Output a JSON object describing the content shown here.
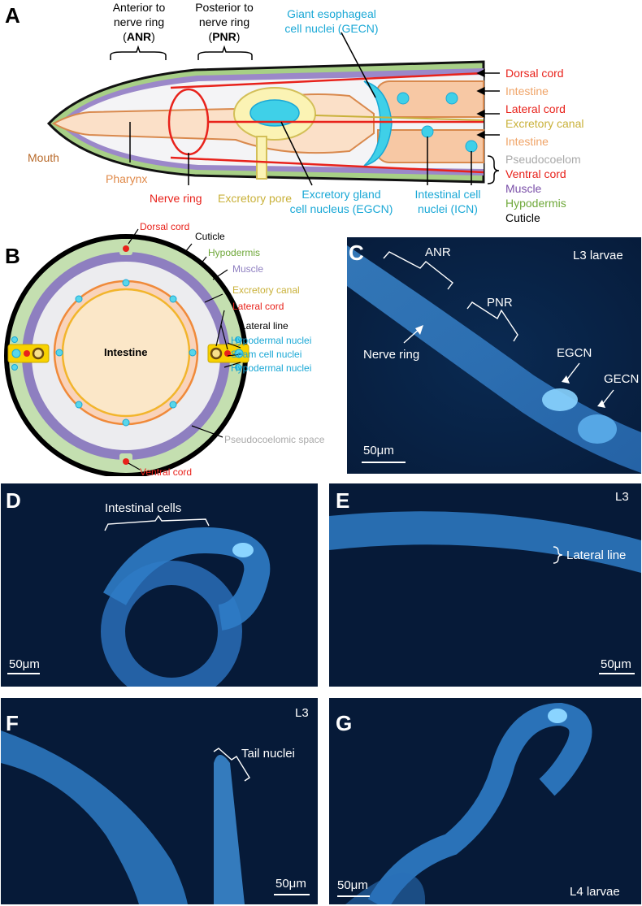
{
  "panels": {
    "A": {
      "letter": "A",
      "anr_line1": "Anterior to",
      "anr_line2": "nerve ring",
      "anr_open": "(",
      "anr_abbr": "ANR",
      "anr_close": ")",
      "pnr_line1": "Posterior to",
      "pnr_line2": "nerve ring",
      "pnr_open": "(",
      "pnr_abbr": "PNR",
      "pnr_close": ")",
      "gecn_line1": "Giant esophageal",
      "gecn_line2": "cell nuclei (GECN)",
      "mouth": "Mouth",
      "pharynx": "Pharynx",
      "nerve_ring": "Nerve ring",
      "excretory_pore": "Excretory pore",
      "egcn_line1": "Excretory gland",
      "egcn_line2": "cell nucleus (EGCN)",
      "icn_line1": "Intestinal cell",
      "icn_line2": "nuclei (ICN)",
      "right_labels": [
        "Dorsal cord",
        "Intestine",
        "Lateral cord",
        "Excretory canal",
        "Intestine",
        "Pseudocoelom",
        "Ventral cord",
        "Muscle",
        "Hypodermis",
        "Cuticle"
      ],
      "colors": {
        "dorsal": "#e8221b",
        "intestine": "#f0a468",
        "lateral": "#e8221b",
        "excretory": "#c9b13a",
        "pseudocoelom": "#a9a9a9",
        "ventral": "#e8221b",
        "muscle": "#7a4fa8",
        "hypodermis": "#6fa83a",
        "cuticle": "#000000",
        "cyan": "#1aa8d6",
        "mouth": "#b86a2a",
        "pharynx": "#e08a4a"
      }
    },
    "B": {
      "letter": "B",
      "dorsal_cord": "Dorsal cord",
      "cuticle": "Cuticle",
      "hypodermis": "Hypodermis",
      "muscle": "Muscle",
      "excretory_canal": "Excretory canal",
      "lateral_cord": "Lateral cord",
      "lateral_line": "Lateral line",
      "hypodermal_nuclei_1": "Hypodermal nuclei",
      "seam_cell_nuclei": "Seam cell nuclei",
      "hypodermal_nuclei_2": "Hypodermal nuclei",
      "intestine": "Intestine",
      "pseudocoelomic_space": "Pseudocoelomic space",
      "ventral_cord": "Ventral cord"
    },
    "C": {
      "letter": "C",
      "stage": "L3 larvae",
      "anr": "ANR",
      "pnr": "PNR",
      "nerve_ring": "Nerve ring",
      "egcn": "EGCN",
      "gecn": "GECN",
      "scale": "50μm"
    },
    "D": {
      "letter": "D",
      "intestinal_cells": "Intestinal cells",
      "scale": "50μm"
    },
    "E": {
      "letter": "E",
      "stage": "L3",
      "lateral_line": "Lateral line",
      "scale": "50μm"
    },
    "F": {
      "letter": "F",
      "stage": "L3",
      "tail_nuclei": "Tail nuclei",
      "scale": "50μm"
    },
    "G": {
      "letter": "G",
      "stage": "L4 larvae",
      "scale": "50μm"
    }
  }
}
